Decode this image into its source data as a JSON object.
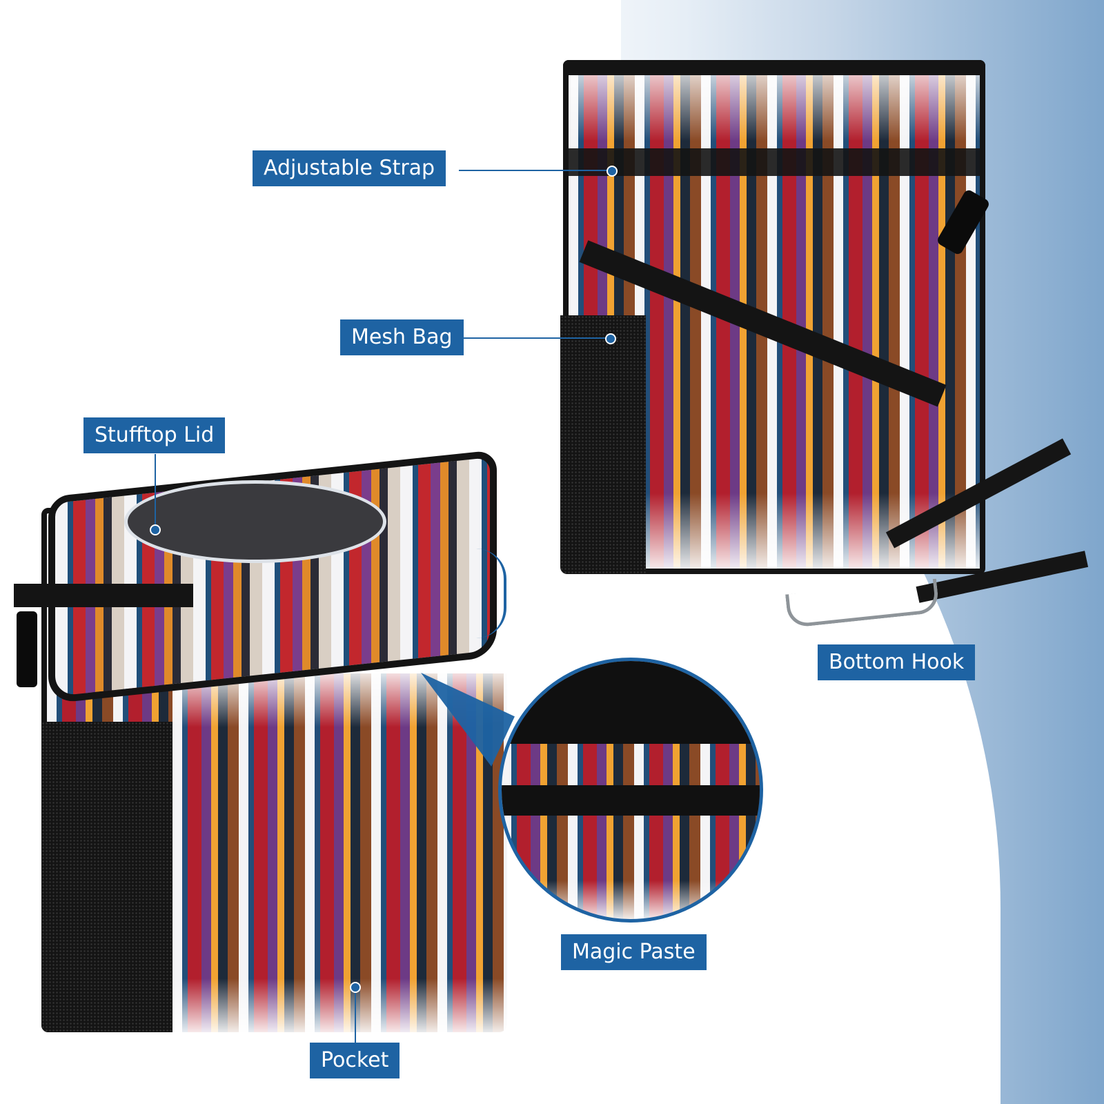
{
  "labels": {
    "adjustable_strap": "Adjustable Strap",
    "mesh_bag": "Mesh Bag",
    "stufftop_lid": "Stufftop Lid",
    "bottom_hook": "Bottom Hook",
    "magic_paste": "Magic Paste",
    "pocket": "Pocket"
  },
  "colors": {
    "accent": "#1e63a3",
    "bag_trim": "#141414"
  }
}
